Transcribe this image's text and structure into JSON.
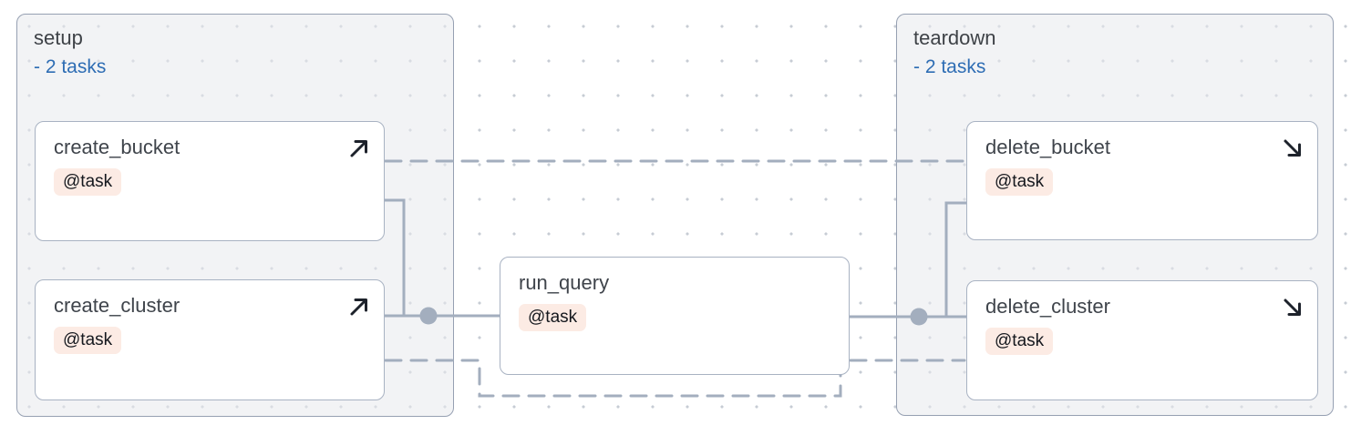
{
  "groups": [
    {
      "title": "setup",
      "tasks_toggle": "- 2 tasks",
      "tasks": [
        {
          "name": "create_bucket",
          "decorator": "@task",
          "icon": "arrow-up-right-icon"
        },
        {
          "name": "create_cluster",
          "decorator": "@task",
          "icon": "arrow-up-right-icon"
        }
      ]
    },
    {
      "title": "teardown",
      "tasks_toggle": "- 2 tasks",
      "tasks": [
        {
          "name": "delete_bucket",
          "decorator": "@task",
          "icon": "arrow-down-right-icon"
        },
        {
          "name": "delete_cluster",
          "decorator": "@task",
          "icon": "arrow-down-right-icon"
        }
      ]
    }
  ],
  "tasks": [
    {
      "name": "run_query",
      "decorator": "@task"
    }
  ],
  "edges": [
    {
      "from": "setup.create_bucket",
      "to": "run_query",
      "style": "solid"
    },
    {
      "from": "setup.create_cluster",
      "to": "run_query",
      "style": "solid"
    },
    {
      "from": "run_query",
      "to": "teardown.delete_bucket",
      "style": "solid"
    },
    {
      "from": "run_query",
      "to": "teardown.delete_cluster",
      "style": "solid"
    },
    {
      "from": "setup.create_bucket",
      "to": "teardown.delete_bucket",
      "style": "dashed"
    },
    {
      "from": "setup.create_cluster",
      "to": "teardown.delete_cluster",
      "style": "dashed"
    }
  ],
  "colors": {
    "edge": "#a3aebe",
    "group_border": "#96a0b2",
    "card_border": "#a8b2c2",
    "toggle_link": "#2e6db4",
    "badge_background": "#fcebe4",
    "title_text": "#3e4247",
    "dot_grid": "#c7ccd4"
  }
}
